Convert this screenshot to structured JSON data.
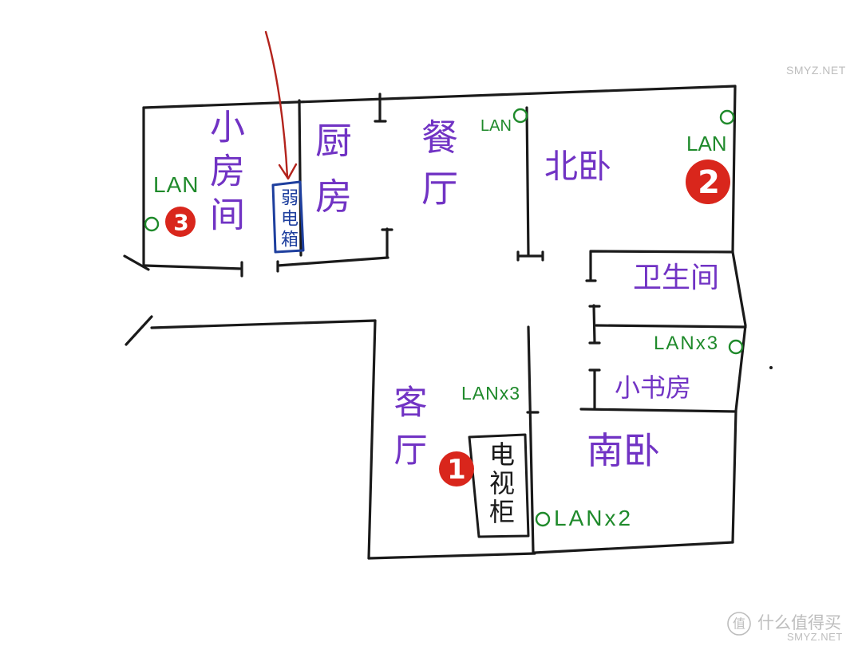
{
  "colors": {
    "wall": "#1a1a1a",
    "room_label": "#7133c4",
    "lan_label": "#1f8a2b",
    "marker": "#d9261c",
    "network_box": "#1e3f9e",
    "arrow": "#b3231c",
    "watermark": "#bdbdbd"
  },
  "rooms": {
    "small_room": "小房间",
    "kitchen": "厨房",
    "dining_room": "餐厅",
    "north_bedroom": "北卧",
    "bathroom": "卫生间",
    "small_study": "小书房",
    "south_bedroom": "南卧",
    "living_room": "客厅"
  },
  "fixtures": {
    "tv_cabinet": "电视柜",
    "network_box": "弱电箱"
  },
  "lan_ports": {
    "small_room": "LAN",
    "dining_room": "LAN",
    "north_bedroom": "LAN",
    "small_study": "LANx3",
    "living_room": "LANx3",
    "tv_cabinet": "LANx2"
  },
  "markers": {
    "one": "1",
    "two": "2",
    "three": "3"
  },
  "icons": {
    "lan_port": "hollow-circle-icon",
    "marker": "numbered-red-disc-icon",
    "pointer": "arrow-down-icon",
    "watermark_logo": "circle-logo-icon"
  },
  "watermark": {
    "top_site": "SMYZ.NET",
    "logo_glyph": "值",
    "brand": "什么值得买",
    "bottom_site": "SMYZ.NET"
  }
}
